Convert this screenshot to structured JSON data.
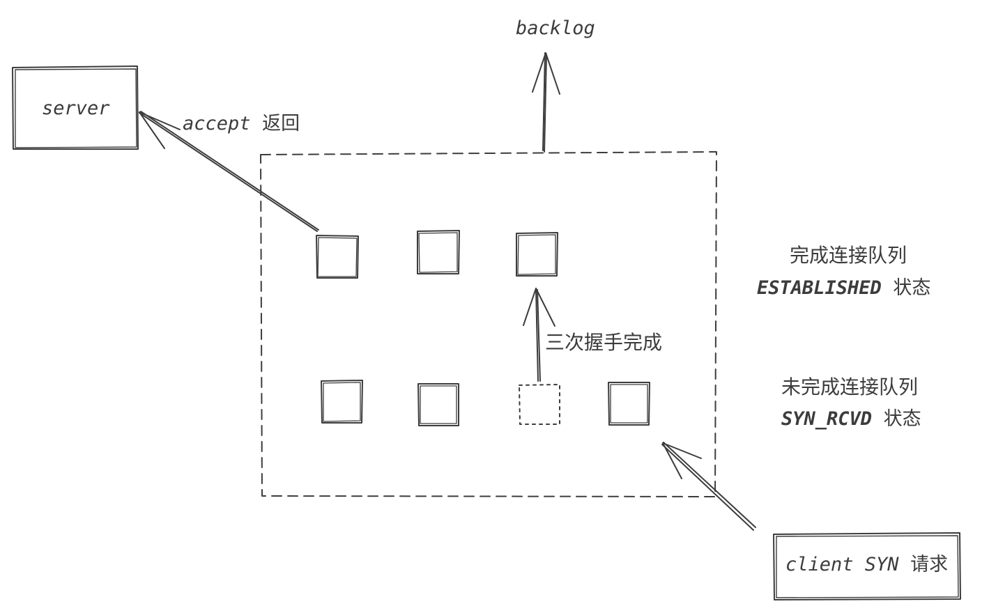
{
  "labels": {
    "backlog": "backlog",
    "server": "server",
    "accept_prefix": "accept",
    "accept_suffix": "返回",
    "handshake_done": "三次握手完成",
    "completed_queue": "完成连接队列",
    "established_prefix": "ESTABLISHED",
    "established_suffix": "状态",
    "incomplete_queue": "未完成连接队列",
    "synrcvd_prefix": "SYN_RCVD",
    "synrcvd_suffix": "状态",
    "client_prefix": "client SYN",
    "client_suffix": "请求"
  },
  "colors": {
    "stroke": "#3c3c3c",
    "background": "#ffffff"
  },
  "queues": {
    "completed_count": 3,
    "incomplete_count": 4
  }
}
